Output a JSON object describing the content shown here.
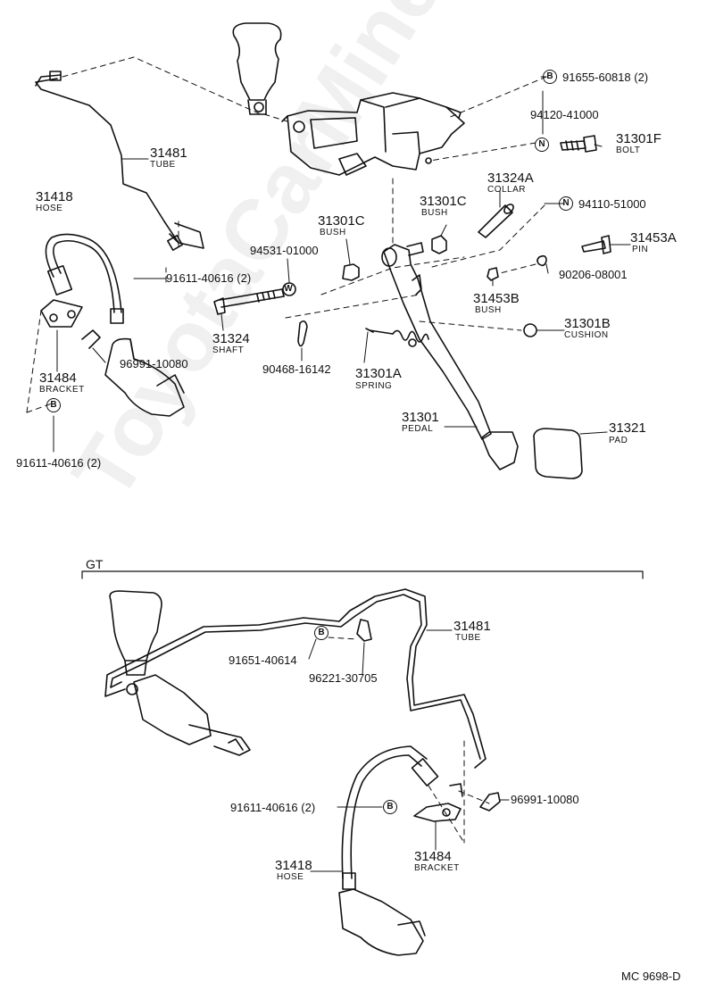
{
  "watermark": "ToyotaCarMine.ru",
  "diagram_code": "MC  9698-D",
  "gt_label": "GT",
  "symbols": {
    "b": "B",
    "n": "N",
    "w": "W"
  },
  "parts": {
    "p31481_top": {
      "num": "31481",
      "name": "TUBE"
    },
    "p31418_top": {
      "num": "31418",
      "name": "HOSE"
    },
    "p91611_mid": {
      "num": "91611-40616 (2)"
    },
    "p96991_top": {
      "num": "96991-10080"
    },
    "p31484_top": {
      "num": "31484",
      "name": "BRACKET"
    },
    "p91611_bot": {
      "num": "91611-40616 (2)"
    },
    "p91655": {
      "num": "91655-60818 (2)"
    },
    "p94120": {
      "num": "94120-41000"
    },
    "p31301F": {
      "num": "31301F",
      "name": "BOLT"
    },
    "p31324A": {
      "num": "31324A",
      "name": "COLLAR"
    },
    "p94110": {
      "num": "94110-51000"
    },
    "p31301C_right": {
      "num": "31301C",
      "name": "BUSH"
    },
    "p31453A": {
      "num": "31453A",
      "name": "PIN"
    },
    "p90206": {
      "num": "90206-08001"
    },
    "p31301C_left": {
      "num": "31301C",
      "name": "BUSH"
    },
    "p94531": {
      "num": "94531-01000"
    },
    "p31453B": {
      "num": "31453B",
      "name": "BUSH"
    },
    "p31324": {
      "num": "31324",
      "name": "SHAFT"
    },
    "p31301B": {
      "num": "31301B",
      "name": "CUSHION"
    },
    "p90468": {
      "num": "90468-16142"
    },
    "p31301A": {
      "num": "31301A",
      "name": "SPRING"
    },
    "p31301": {
      "num": "31301",
      "name": "PEDAL"
    },
    "p31321": {
      "num": "31321",
      "name": "PAD"
    },
    "gt_31481": {
      "num": "31481",
      "name": "TUBE"
    },
    "gt_91651": {
      "num": "91651-40614"
    },
    "gt_96221": {
      "num": "96221-30705"
    },
    "gt_91611": {
      "num": "91611-40616 (2)"
    },
    "gt_96991": {
      "num": "96991-10080"
    },
    "gt_31484": {
      "num": "31484",
      "name": "BRACKET"
    },
    "gt_31418": {
      "num": "31418",
      "name": "HOSE"
    }
  }
}
